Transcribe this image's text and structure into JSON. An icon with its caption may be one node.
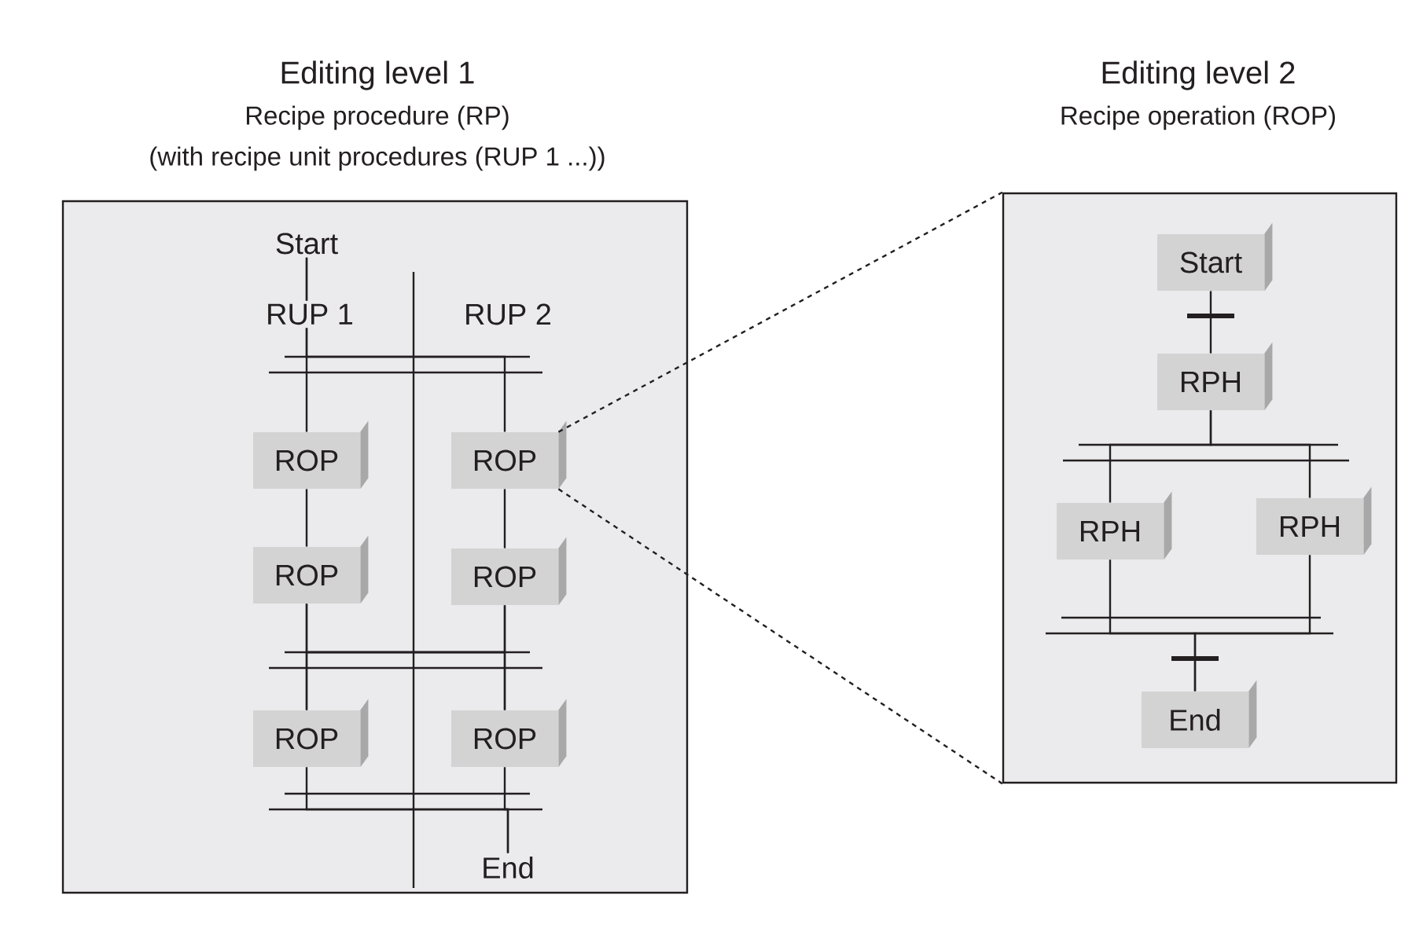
{
  "diagram": {
    "nodes": [
      {
        "text": [
          "Editing level 1",
          "Recipe procedure (RP)",
          "(with recipe unit procedures (RUP 1 ...))"
        ]
      },
      {
        "text": [
          "Start"
        ],
        "in": 0
      },
      {
        "text": [
          "ROP"
        ],
        "in": 0
      },
      {
        "text": [
          "ROP"
        ],
        "in": 0
      },
      {
        "text": [
          "ROP"
        ],
        "in": 0
      },
      {
        "text": [
          "ROP"
        ],
        "in": 0
      },
      {
        "text": [
          "ROP"
        ],
        "in": 0
      },
      {
        "text": [
          "ROP"
        ],
        "in": 0
      },
      {
        "text": [
          "End"
        ],
        "in": 0
      },
      {
        "text": [
          "Editing level 2",
          "Recipe operation (ROP)"
        ]
      },
      {
        "text": [
          "Start"
        ],
        "in": 9
      },
      {
        "text": [
          "RPH"
        ],
        "in": 9
      },
      {
        "text": [
          "RPH"
        ],
        "in": 9
      },
      {
        "text": [
          "RPH"
        ],
        "in": 9
      },
      {
        "text": [
          "End"
        ],
        "in": 9
      }
    ],
    "edges": [
      {
        "from": 1,
        "to": 2,
        "arrow": "none"
      },
      {
        "from": 1,
        "to": 3,
        "arrow": "none"
      },
      {
        "from": 2,
        "to": 4,
        "arrow": "none"
      },
      {
        "from": 3,
        "to": 5,
        "arrow": "none"
      },
      {
        "from": 4,
        "to": 6,
        "arrow": "none"
      },
      {
        "from": 4,
        "to": 7,
        "arrow": "none"
      },
      {
        "from": 5,
        "to": 6,
        "arrow": "none"
      },
      {
        "from": 5,
        "to": 7,
        "arrow": "none"
      },
      {
        "from": 6,
        "to": 8,
        "arrow": "none"
      },
      {
        "from": 7,
        "to": 8,
        "arrow": "none"
      },
      {
        "from": 3,
        "to": 9,
        "arrow": "none",
        "style": "dashed"
      },
      {
        "from": 3,
        "to": 9,
        "arrow": "none",
        "style": "dashed"
      },
      {
        "from": 10,
        "to": 11,
        "arrow": "none"
      },
      {
        "from": 11,
        "to": 12,
        "arrow": "none"
      },
      {
        "from": 11,
        "to": 13,
        "arrow": "none"
      },
      {
        "from": 12,
        "to": 14,
        "arrow": "none"
      },
      {
        "from": 13,
        "to": 14,
        "arrow": "none"
      }
    ],
    "labels": [
      "RUP 1",
      "RUP 2"
    ]
  }
}
